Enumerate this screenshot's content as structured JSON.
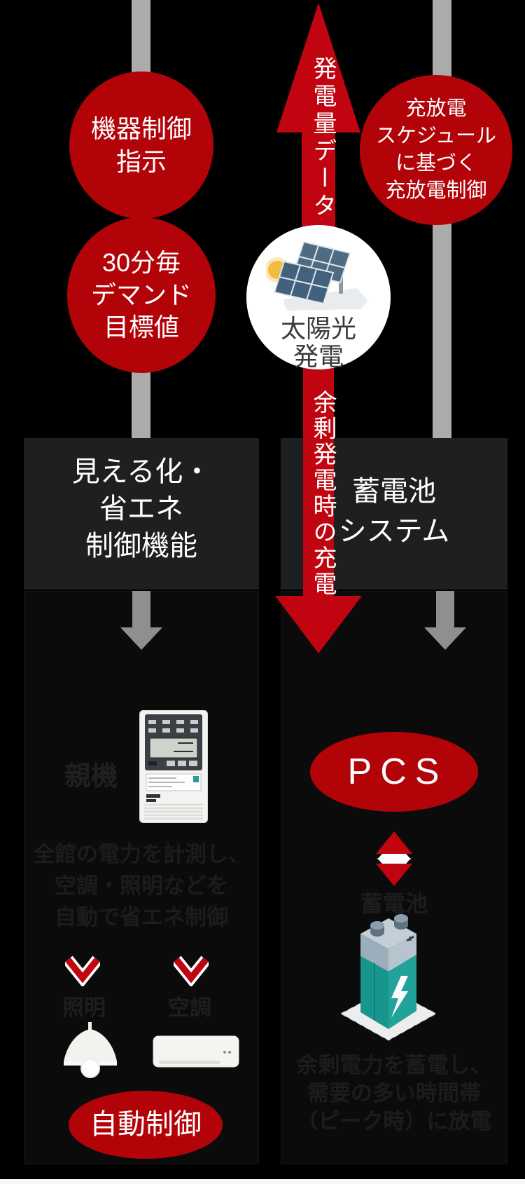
{
  "colors": {
    "background": "#000000",
    "accent_red": "#b20309",
    "arrow_red": "#c00510",
    "panel_dark": "#1e1f21",
    "box_dark": "#0b0b0b",
    "bar_gray": "#ababab",
    "muted_text": "#1c1c1c",
    "battery_teal": "#1f9e96"
  },
  "flows": {
    "device_control": {
      "lines": [
        "機器制御",
        "指示"
      ]
    },
    "demand_target": {
      "lines": [
        "30分毎",
        "デマンド",
        "目標値"
      ]
    },
    "charge_schedule": {
      "lines": [
        "充放電",
        "スケジュール",
        "に基づく",
        "充放電制御"
      ]
    },
    "generation_data_label": "発電量データ",
    "surplus_charge_label": "余剰発電時の充電"
  },
  "solar": {
    "lines": [
      "太陽光",
      "発電"
    ]
  },
  "sections": {
    "left_title_lines": [
      "見える化・",
      "省エネ",
      "制御機能"
    ],
    "right_title_lines": [
      "蓄電池",
      "システム"
    ]
  },
  "left": {
    "device_label": "親機",
    "description_lines": [
      "全館の電力を計測し、",
      "空調・照明などを",
      "自動で省エネ制御"
    ],
    "targets": [
      "照明",
      "空調"
    ],
    "pill_label": "自動制御"
  },
  "right": {
    "pcs_label": "PCS",
    "battery_label": "蓄電池",
    "description_lines": [
      "余剰電力を蓄電し、",
      "需要の多い時間帯",
      "（ピーク時）に放電"
    ]
  }
}
